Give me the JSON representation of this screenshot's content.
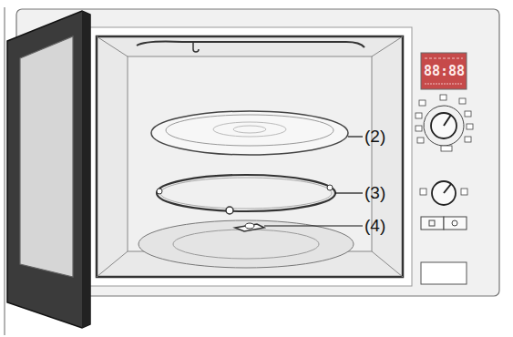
{
  "diagram": {
    "labels": [
      "(2)",
      "(3)",
      "(4)",
      "88:88"
    ]
  }
}
